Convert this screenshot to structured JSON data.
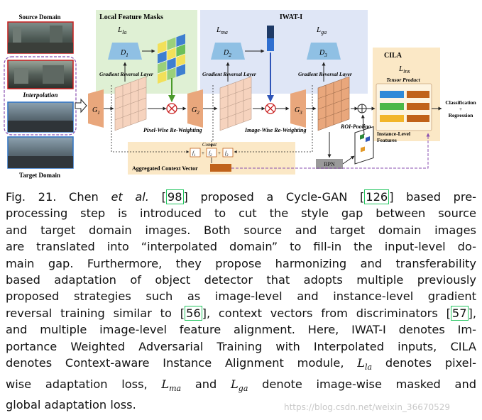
{
  "figure": {
    "source_domain": "Source Domain",
    "interpolation": "Interpolation",
    "target_domain": "Target Domain",
    "local_feature_masks": "Local Feature Masks",
    "iwat_i": "IWAT-I",
    "cila": "CILA",
    "l_la": "L",
    "l_la_sub": "la",
    "l_ma": "L",
    "l_ma_sub": "ma",
    "l_ga": "L",
    "l_ga_sub": "ga",
    "l_ins": "L",
    "l_ins_sub": "ins",
    "d1": "D",
    "d1_sub": "1",
    "d2": "D",
    "d2_sub": "2",
    "d3": "D",
    "d3_sub": "3",
    "g1": "G",
    "g1_sub": "1",
    "g2": "G",
    "g2_sub": "2",
    "g3": "G",
    "g3_sub": "3",
    "grl1": "Gradient Reversal Layer",
    "grl2": "Gradient Reversal Layer",
    "grl3": "Gradient Reversal Layer",
    "pixel_wise": "Pixel-Wise Re-Weighting",
    "image_wise": "Image-Wise Re-Weighting",
    "roi_pooling": "ROI-Pooling",
    "rpn": "RPN",
    "concat": "Concat",
    "agg_context": "Aggregated Context Vector",
    "tensor_product": "Tensor Product",
    "instance_level_features": "Instance-Level\nFeatures",
    "classification": "Classification",
    "plus": "+",
    "regression": "Regression",
    "f1": "f",
    "f2": "f",
    "f3": "f"
  },
  "caption": {
    "l1a": "Fig. 21. Chen ",
    "l1b": "et al.",
    "ref98": "98",
    "l1c": " proposed a Cycle-GAN ",
    "ref126": "126",
    "l1d": " based pre-",
    "l2": "processing step is introduced to cut the style gap between source",
    "l3": "and target domain images. Both source and target domain images",
    "l4": "are translated into “interpolated domain” to fill-in the input-level do-",
    "l5": "main gap. Furthermore, they propose harmonizing and transferability",
    "l6": "based adaptation of object detector that adopts multiple previously",
    "l7": "proposed strategies such as image-level and instance-level gradient",
    "l8a": "reversal training similar to ",
    "ref56": "56",
    "l8b": ", context vectors from discriminators ",
    "ref57": "57",
    "l8c": ",",
    "l9": "and multiple image-level feature alignment. Here, IWAT-I denotes Im-",
    "l10": "portance Weighted Adversarial Training with Interpolated inputs, CILA",
    "l11a": "denotes Context-aware Instance Alignment module, ",
    "l11_lla": "L",
    "l11_lla_sub": "la",
    "l11b": " denotes pixel-",
    "l12a": "wise adaptation loss, ",
    "l12_lma": "L",
    "l12_lma_sub": "ma",
    "l12b": " and ",
    "l12_lga": "L",
    "l12_lga_sub": "ga",
    "l12c": " denote image-wise masked and",
    "l13": "global adaptation loss."
  },
  "watermark": "https://blog.csdn.net/weixin_36670529",
  "colors": {
    "green_panel": "#dff0d4",
    "blue_panel": "#dfe6f6",
    "orange_panel": "#fbe8c6",
    "generator": "#e9a77c",
    "grid_fill": "#f6d3be",
    "discriminator": "#8fc0e4",
    "context_bar": "#c0621a",
    "ref_box": "#22c55e"
  }
}
